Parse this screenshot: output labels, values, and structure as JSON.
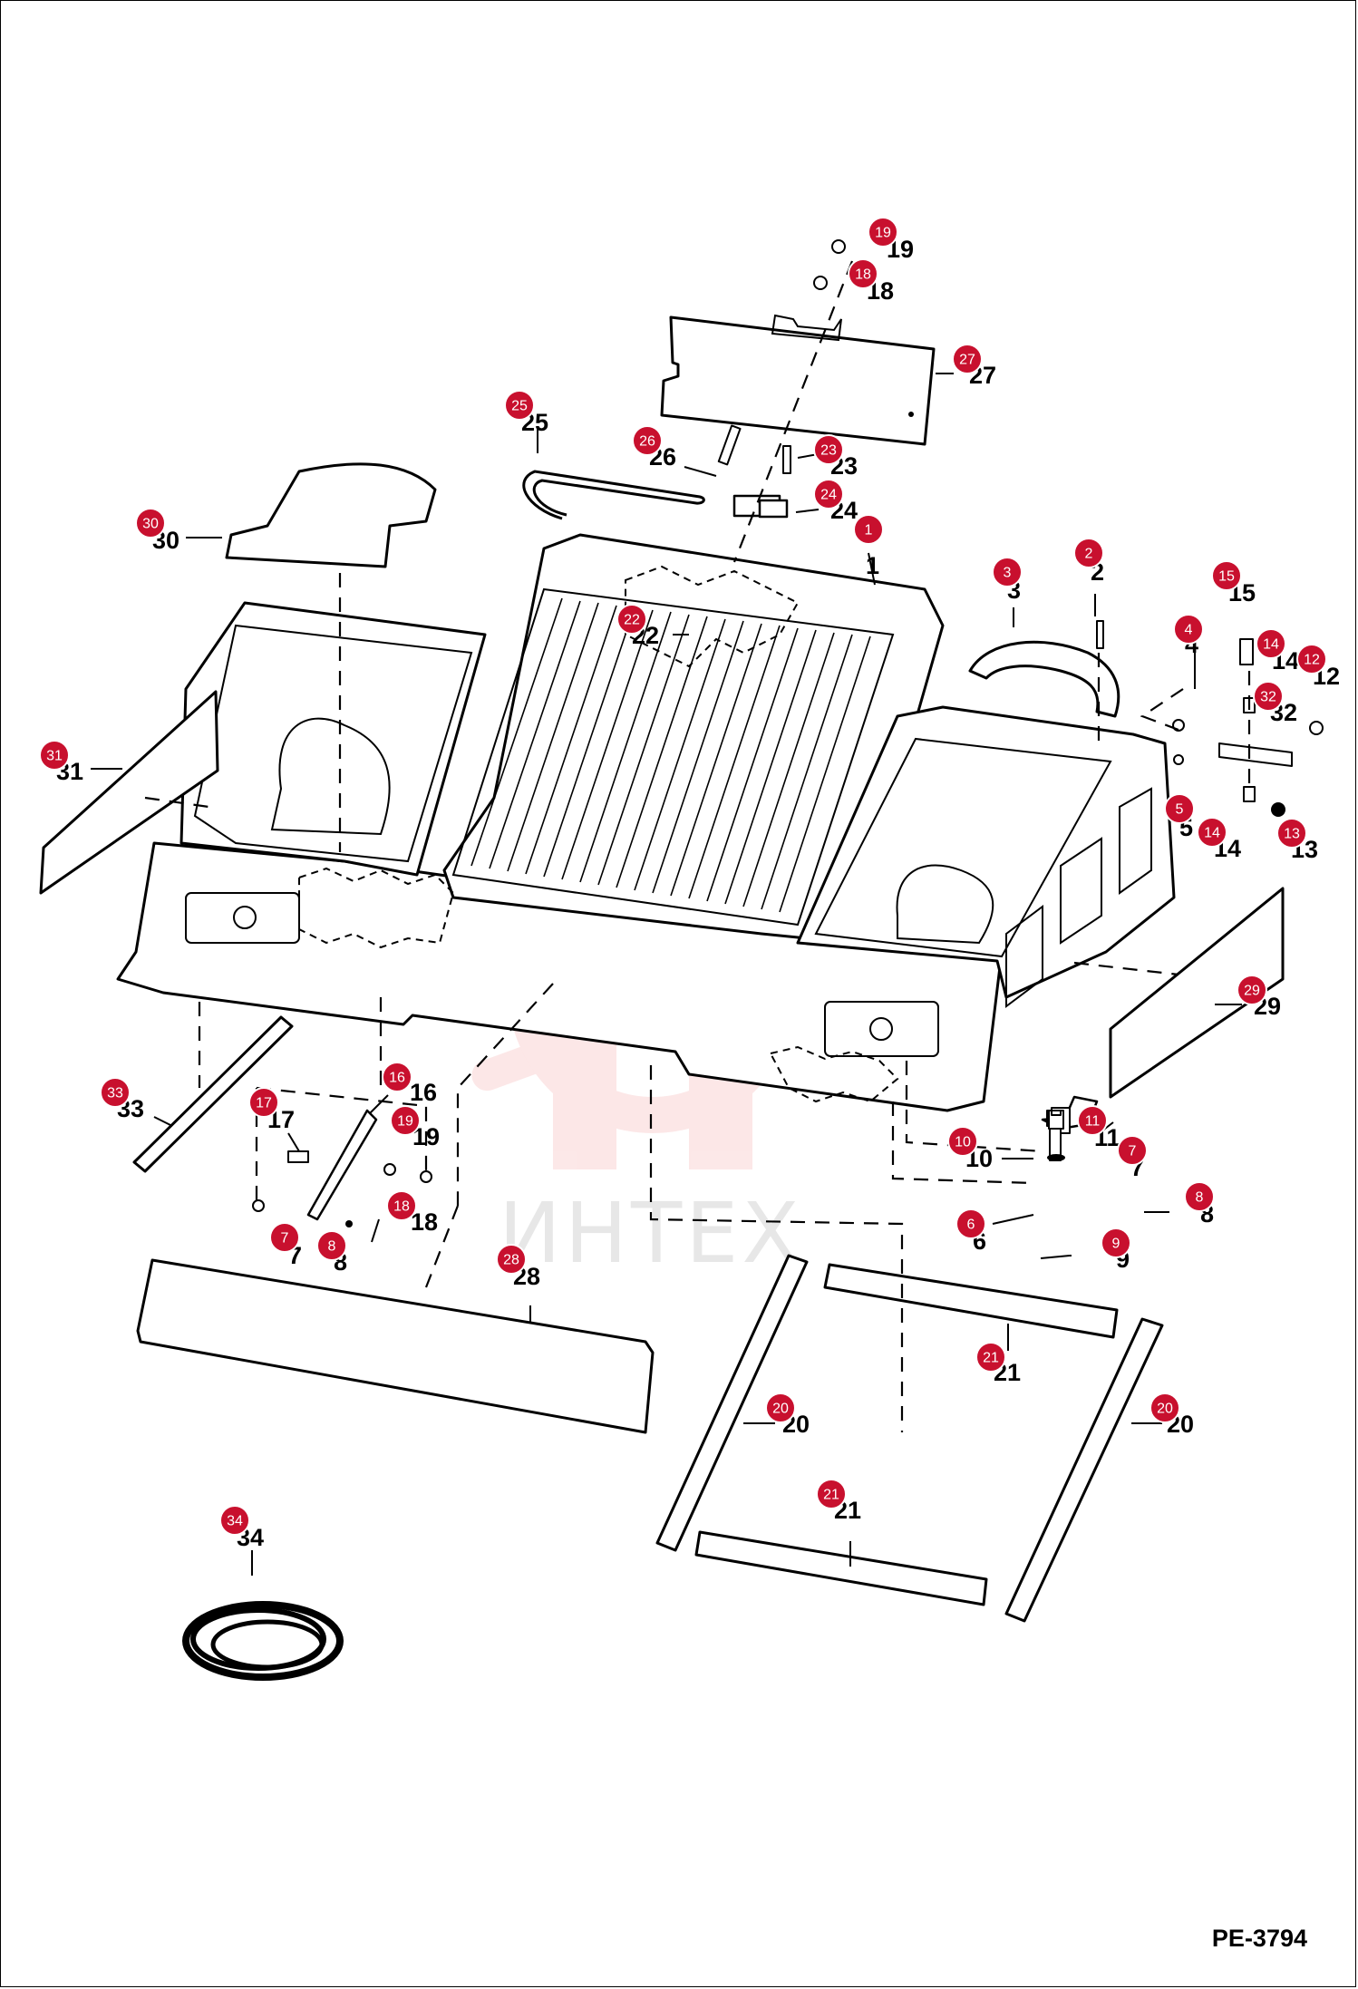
{
  "drawing_code": "PE-3794",
  "watermark": "ИНТЕХ",
  "badge_color": "#c8102e",
  "watermark_color": "#e94b4b",
  "callouts": [
    "1",
    "2",
    "3",
    "4",
    "5",
    "6",
    "7",
    "8",
    "9",
    "10",
    "11",
    "12",
    "13",
    "14",
    "15",
    "16",
    "17",
    "18",
    "19",
    "20",
    "21",
    "22",
    "23",
    "24",
    "25",
    "26",
    "27",
    "28",
    "29",
    "30",
    "31",
    "32",
    "33",
    "34"
  ],
  "markers": [
    "1",
    "2",
    "3",
    "4",
    "5",
    "6",
    "7",
    "7",
    "8",
    "8",
    "9",
    "10",
    "11",
    "12",
    "13",
    "14",
    "14",
    "15",
    "16",
    "17",
    "18",
    "18",
    "19",
    "19",
    "20",
    "20",
    "21",
    "21",
    "22",
    "23",
    "24",
    "25",
    "26",
    "27",
    "28",
    "29",
    "30",
    "31",
    "32",
    "33",
    "34"
  ]
}
